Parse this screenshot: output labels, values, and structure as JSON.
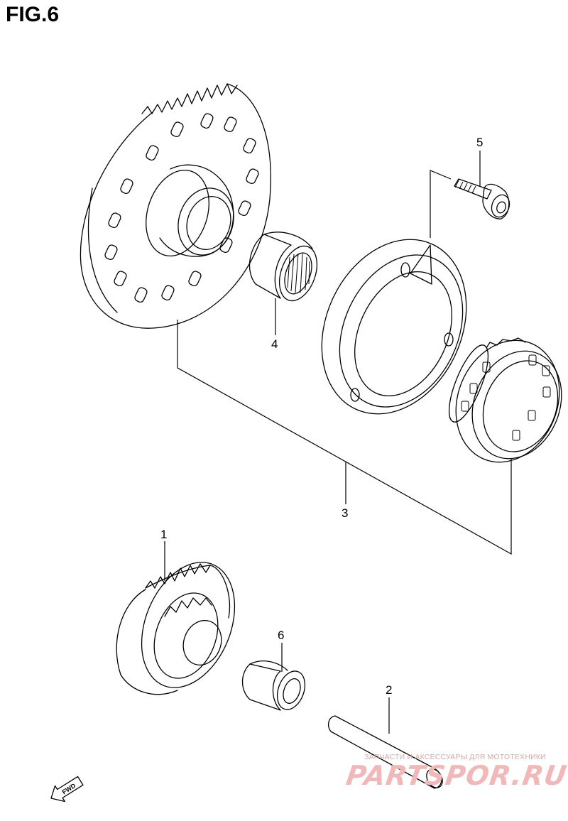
{
  "figure": {
    "title": "FIG.6"
  },
  "callouts": [
    {
      "id": "1",
      "label": "1"
    },
    {
      "id": "2",
      "label": "2"
    },
    {
      "id": "3",
      "label": "3"
    },
    {
      "id": "4",
      "label": "4"
    },
    {
      "id": "5",
      "label": "5"
    },
    {
      "id": "6",
      "label": "6"
    }
  ],
  "direction_badge": {
    "label": "FWD"
  },
  "watermark": {
    "tagline": "ЗАПЧАСТИ И АКСЕССУАРЫ ДЛЯ МОТОТЕХНИКИ",
    "logo_text": "PARTSPOR.RU",
    "color": "#f0b8b8"
  }
}
